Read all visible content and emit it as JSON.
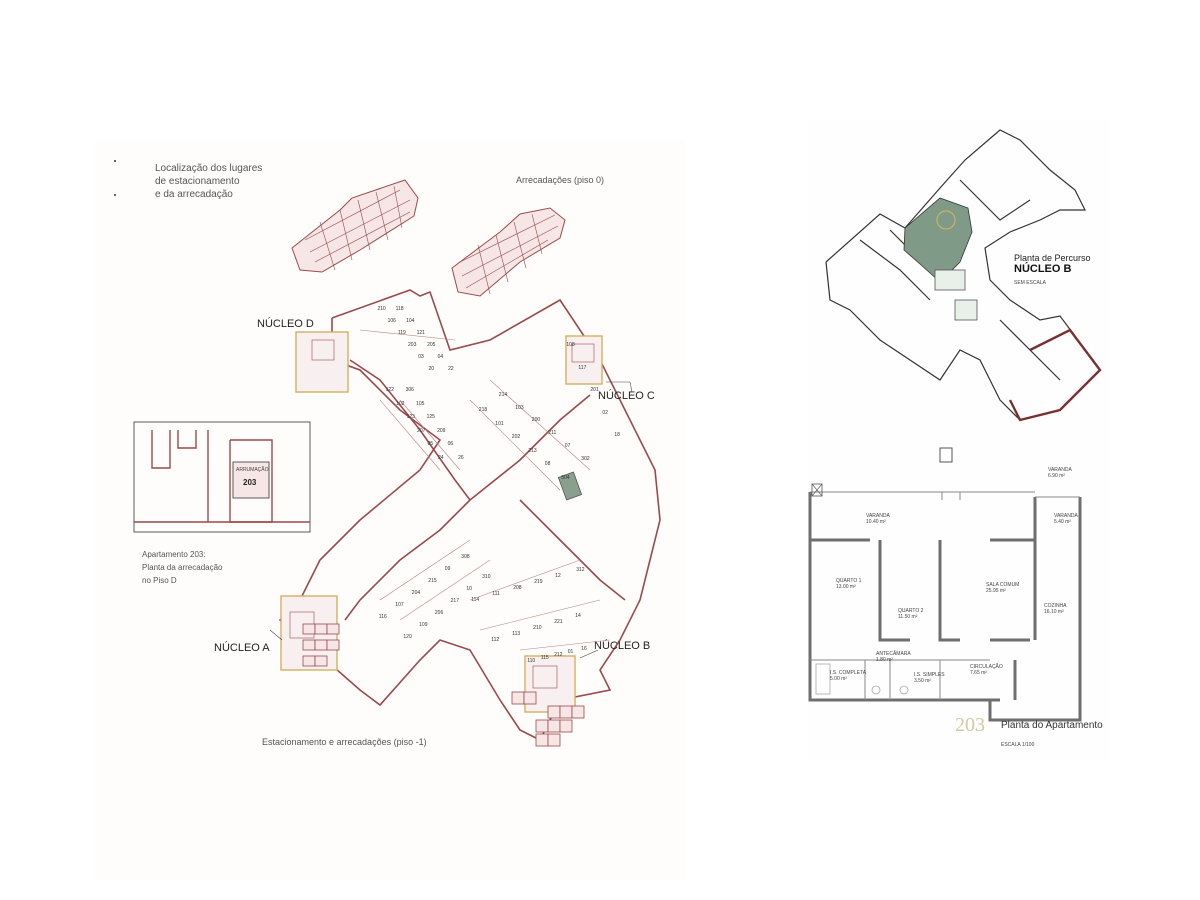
{
  "left_plan": {
    "location_title": [
      "Localização dos lugares",
      "de estacionamento",
      "e da arrecadação"
    ],
    "storage_level0_title": "Arrecadações (piso 0)",
    "parking_title": "Estacionamento e arrecadações (piso -1)",
    "cores": {
      "a": "NÚCLEO A",
      "b": "NÚCLEO B",
      "c": "NÚCLEO C",
      "d": "NÚCLEO D"
    },
    "inset": {
      "unit_label": "ARRUMAÇÃO",
      "unit_number": "203",
      "caption": [
        "Apartamento 203:",
        "Planta da arrecadação",
        "no Piso D"
      ]
    },
    "spot_numbers": [
      "210",
      "118",
      "122",
      "306",
      "214",
      "218",
      "116",
      "120",
      "114",
      "112",
      "110",
      "108",
      "106",
      "104",
      "102",
      "105",
      "103",
      "101",
      "107",
      "109",
      "111",
      "113",
      "115",
      "117",
      "119",
      "121",
      "123",
      "125",
      "200",
      "202",
      "204",
      "206",
      "208",
      "210",
      "212",
      "201",
      "203",
      "205",
      "207",
      "209",
      "211",
      "213",
      "215",
      "217",
      "219",
      "221",
      "01",
      "02",
      "03",
      "04",
      "05",
      "06",
      "07",
      "08",
      "09",
      "10",
      "12",
      "14",
      "16",
      "18",
      "20",
      "22",
      "24",
      "26",
      "302",
      "304",
      "308",
      "310",
      "312"
    ]
  },
  "right_top": {
    "title": "Planta de Percurso",
    "core": "NÚCLEO B",
    "scale": "SEM ESCALA"
  },
  "right_bottom": {
    "apartment_number": "203",
    "title": "Planta do Apartamento",
    "scale": "ESCALA 1/100",
    "rooms": {
      "varanda_top": "VARANDA",
      "varanda_top_area": "6.90 m²",
      "varanda_mid": "VARANDA",
      "varanda_mid_area": "10.40 m²",
      "varanda_right": "VARANDA",
      "varanda_right_area": "5.40 m²",
      "quarto1": "QUARTO 1",
      "quarto1_area": "13.00 m²",
      "quarto2": "QUARTO 2",
      "quarto2_area": "11.50 m²",
      "sala": "SALA COMUM",
      "sala_area": "25.95 m²",
      "cozinha": "COZINHA",
      "cozinha_area": "16.10 m²",
      "antecamara": "ANTECÂMARA",
      "antecamara_area": "1.80 m²",
      "is_completa": "I.S. COMPLETA",
      "is_completa_area": "5.00 m²",
      "is_simples": "I.S. SIMPLES",
      "is_simples_area": "3.50 m²",
      "circulacao": "CIRCULAÇÃO",
      "circulacao_area": "7.65 m²"
    }
  },
  "colors": {
    "wall": "#9a4a4a",
    "outline": "#7a3030",
    "core_highlight": "#e0c070",
    "room_fill": "#f6e6e6",
    "green_highlight": "#7f9a86",
    "gray_wall": "#6e6e6e",
    "accent_number": "#d7c8a0"
  }
}
